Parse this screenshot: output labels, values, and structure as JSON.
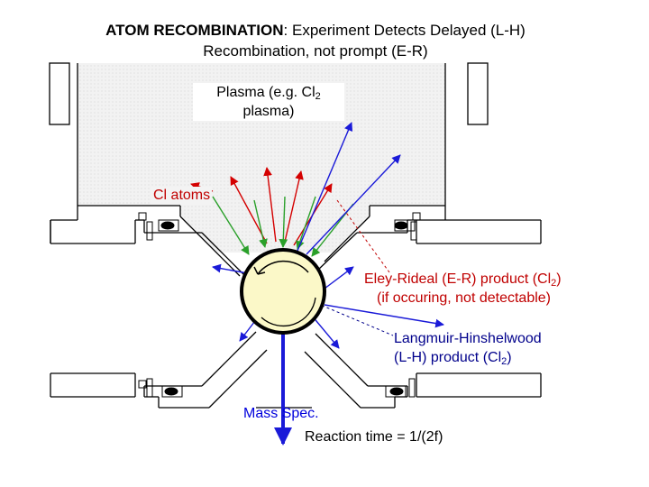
{
  "title": {
    "line1_bold": "ATOM RECOMBINATION",
    "line1_rest": ": Experiment Detects Delayed (L-H)",
    "line2": "Recombination, not prompt (E-R)"
  },
  "labels": {
    "plasma_line1": "Plasma (e.g. Cl",
    "plasma_sub": "2",
    "plasma_line2": "plasma)",
    "cl_atoms": "Cl atoms",
    "er_line1": "Eley-Rideal (E-R) product (Cl",
    "er_sub": "2",
    "er_line1_end": ")",
    "er_line2": "(if occuring, not detectable)",
    "lh_line1": "Langmuir-Hinshelwood",
    "lh_line2_a": "(L-H)  product (Cl",
    "lh_sub": "2",
    "lh_line2_end": ")",
    "mass_spec": "Mass Spec.",
    "reaction_time": "Reaction time = 1/(2f)"
  },
  "colors": {
    "plasma_fill": "#ededed",
    "cl_arrow": "#d40000",
    "green_arrow": "#2aa02a",
    "blue_arrow": "#1a1ad8",
    "sphere_fill": "#fbf8c8",
    "er_label": "#c00000",
    "lh_label": "#00008b"
  },
  "icons": {
    "recombination_surface": "circle-icon",
    "rotation": "rotation-arrow-icon"
  }
}
